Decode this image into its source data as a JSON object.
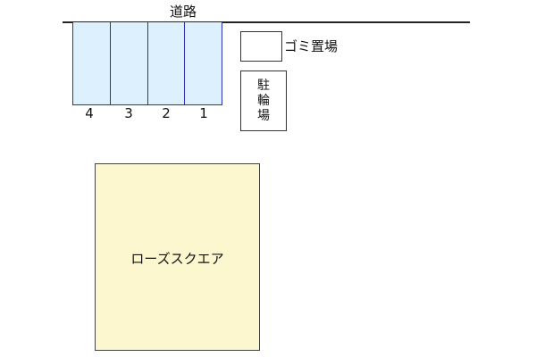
{
  "road": {
    "label": "道路"
  },
  "parking": {
    "stalls": [
      {
        "number": "4"
      },
      {
        "number": "3"
      },
      {
        "number": "2"
      },
      {
        "number": "1"
      }
    ],
    "fill_color": "#dcf1fd",
    "border_color": "#2b2fb0"
  },
  "garbage": {
    "label": "ゴミ置場"
  },
  "bicycle": {
    "chars": [
      "駐",
      "輪",
      "場"
    ]
  },
  "building": {
    "label": "ローズスクエア",
    "fill_color": "#fdf7cf"
  }
}
